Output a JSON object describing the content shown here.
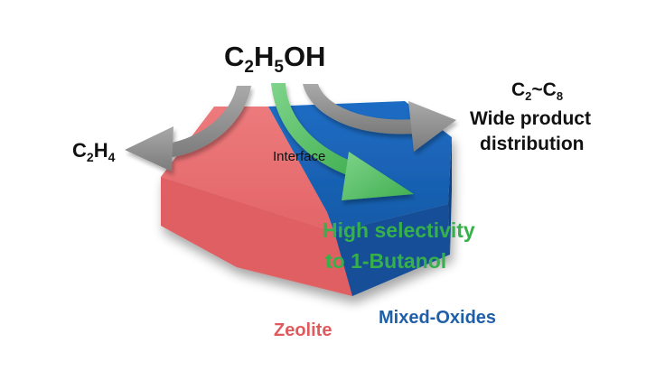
{
  "reactant": {
    "base": "C",
    "sub1": "2",
    "mid": "H",
    "sub2": "5",
    "tail": "OH"
  },
  "left_product": {
    "base": "C",
    "sub1": "2",
    "mid": "H",
    "sub2": "4"
  },
  "right_product": {
    "range_base1": "C",
    "range_sub1": "2",
    "range_sep": "~",
    "range_base2": "C",
    "range_sub2": "8",
    "line2": "Wide product",
    "line3": "distribution"
  },
  "interface_label": "Interface",
  "selectivity_label": {
    "line1": "High selectivity",
    "line2": "to 1-Butanol"
  },
  "zeolite_label": "Zeolite",
  "oxides_label": "Mixed-Oxides",
  "colors": {
    "zeolite": "#e8696c",
    "zeolite_dark": "#d65a5d",
    "oxides": "#1a5fb4",
    "oxides_dark": "#134a8f",
    "green_arrow": "#4cb85a",
    "grey_arrow": "#8c8c8c",
    "green_text": "#36b04a",
    "zeolite_text": "#e05a5d",
    "oxides_text": "#1f5fa8"
  }
}
